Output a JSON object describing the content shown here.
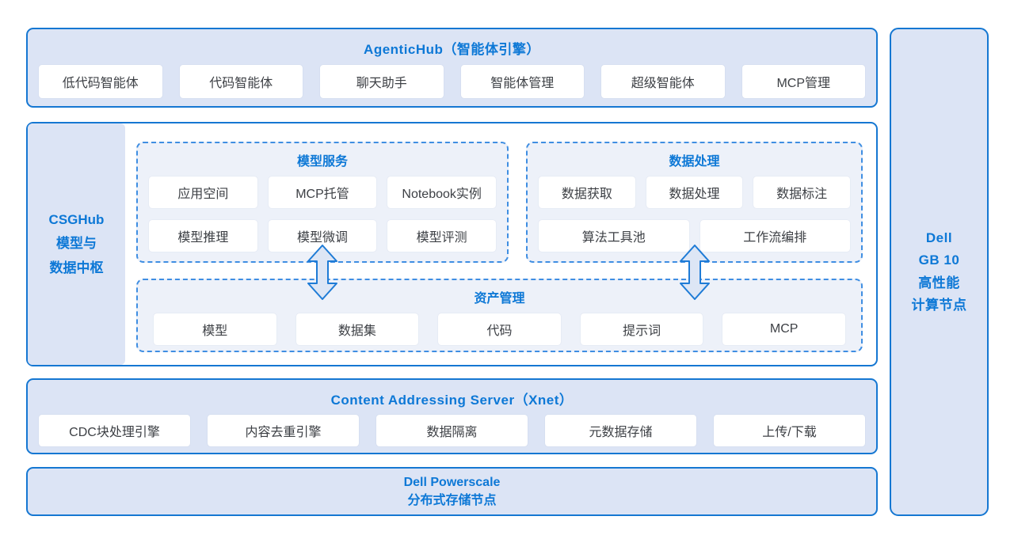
{
  "palette": {
    "border_blue": "#1577d2",
    "title_blue": "#0d78d6",
    "panel_fill": "#dce4f5",
    "dashed_fill": "#edf1f9",
    "dashed_border": "#3f8ee2",
    "button_bg": "#ffffff",
    "button_text": "#3d4045",
    "arrow_fill": "#dde6f5",
    "arrow_stroke": "#1e7bd6"
  },
  "agentic_hub": {
    "title": "AgenticHub（智能体引擎）",
    "items": [
      "低代码智能体",
      "代码智能体",
      "聊天助手",
      "智能体管理",
      "超级智能体",
      "MCP管理"
    ]
  },
  "csghub": {
    "label_lines": [
      "CSGHub",
      "模型与",
      "数据中枢"
    ],
    "model_service": {
      "title": "模型服务",
      "items": [
        "应用空间",
        "MCP托管",
        "Notebook实例",
        "模型推理",
        "模型微调",
        "模型评测"
      ]
    },
    "data_processing": {
      "title": "数据处理",
      "items_row1": [
        "数据获取",
        "数据处理",
        "数据标注"
      ],
      "items_row2": [
        "算法工具池",
        "工作流编排"
      ]
    },
    "asset_management": {
      "title": "资产管理",
      "items": [
        "模型",
        "数据集",
        "代码",
        "提示词",
        "MCP"
      ]
    }
  },
  "cas": {
    "title": "Content Addressing Server（Xnet）",
    "items": [
      "CDC块处理引擎",
      "内容去重引擎",
      "数据隔离",
      "元数据存储",
      "上传/下载"
    ]
  },
  "powerscale": {
    "lines": [
      "Dell Powerscale",
      "分布式存储节点"
    ]
  },
  "gb10": {
    "lines": [
      "Dell",
      "GB 10",
      "高性能",
      "计算节点"
    ]
  }
}
